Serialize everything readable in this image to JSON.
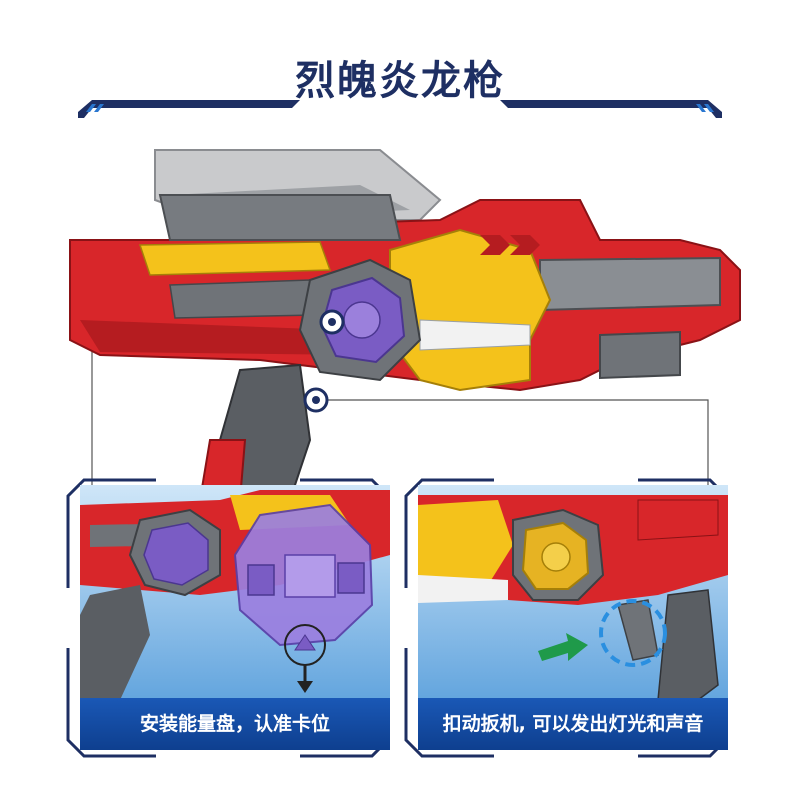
{
  "title": "烈魄炎龙枪",
  "steps": [
    {
      "caption": "安装能量盘，认准卡位"
    },
    {
      "caption": "扣动扳机, 可以发出灯光和声音"
    }
  ],
  "colors": {
    "title": "#1e2f63",
    "accent_blue": "#1a58b6",
    "gun_red": "#d8262a",
    "gun_yellow": "#f4c21b",
    "gun_grey": "#6f7378",
    "disc_purple": "#7a5cc4",
    "disc_gold": "#e6b323",
    "arrow_green": "#1f9a4a"
  }
}
